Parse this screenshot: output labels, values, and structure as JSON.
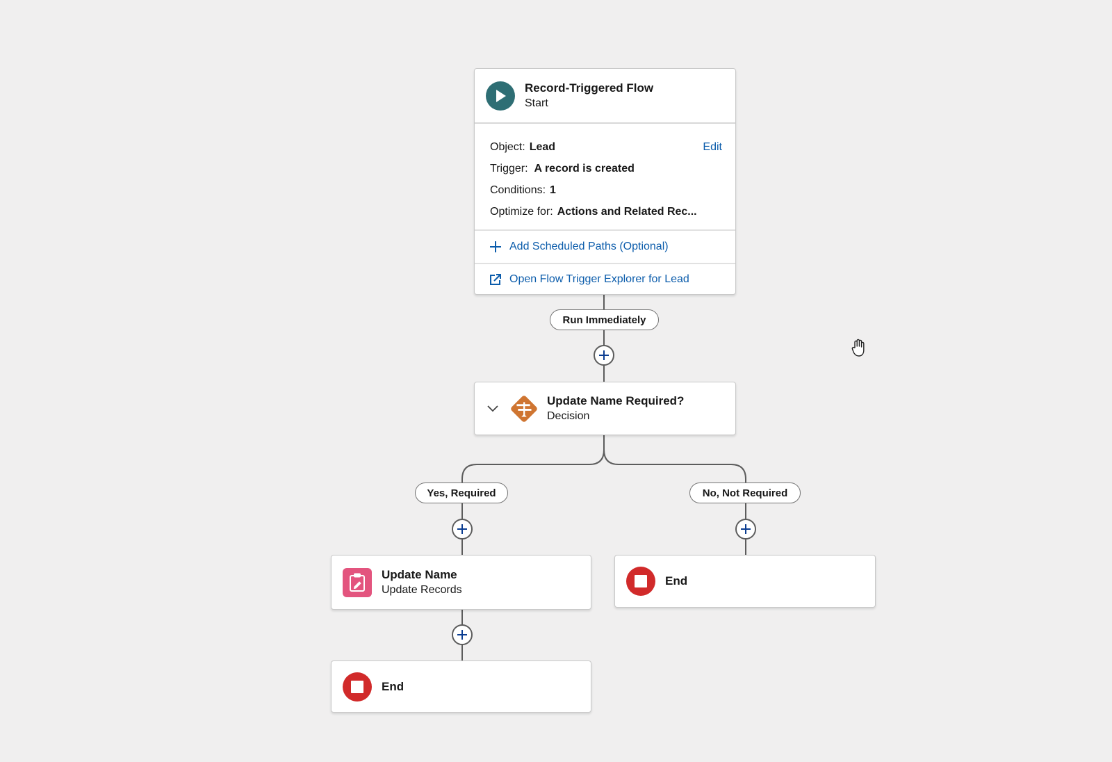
{
  "start": {
    "title": "Record-Triggered Flow",
    "subtitle": "Start",
    "object_label": "Object:",
    "object_value": "Lead",
    "edit_label": "Edit",
    "trigger_label": "Trigger:",
    "trigger_value": "A record is created",
    "conditions_label": "Conditions:",
    "conditions_value": "1",
    "optimize_label": "Optimize for:",
    "optimize_value": "Actions and Related Rec...",
    "add_scheduled_paths": "Add Scheduled Paths (Optional)",
    "open_explorer": "Open Flow Trigger Explorer for Lead"
  },
  "run_immediately_label": "Run Immediately",
  "decision": {
    "title": "Update Name Required?",
    "subtitle": "Decision"
  },
  "branches": {
    "yes_label": "Yes, Required",
    "no_label": "No, Not Required"
  },
  "update_records": {
    "title": "Update Name",
    "subtitle": "Update Records"
  },
  "end_nodes": {
    "left_label": "End",
    "right_label": "End"
  },
  "colors": {
    "start_icon": "#2e6e74",
    "decision_icon": "#cf7531",
    "update_icon": "#e3547e",
    "end_icon": "#d12a2a",
    "link": "#0b5cab",
    "canvas": "#f0efef"
  },
  "icons": {
    "start": "play-icon",
    "decision": "signpost-icon",
    "update": "clipboard-edit-icon",
    "end": "stop-icon",
    "add": "plus-icon",
    "external": "external-link-icon",
    "collapse": "chevron-down-icon",
    "cursor": "hand-cursor-icon"
  }
}
